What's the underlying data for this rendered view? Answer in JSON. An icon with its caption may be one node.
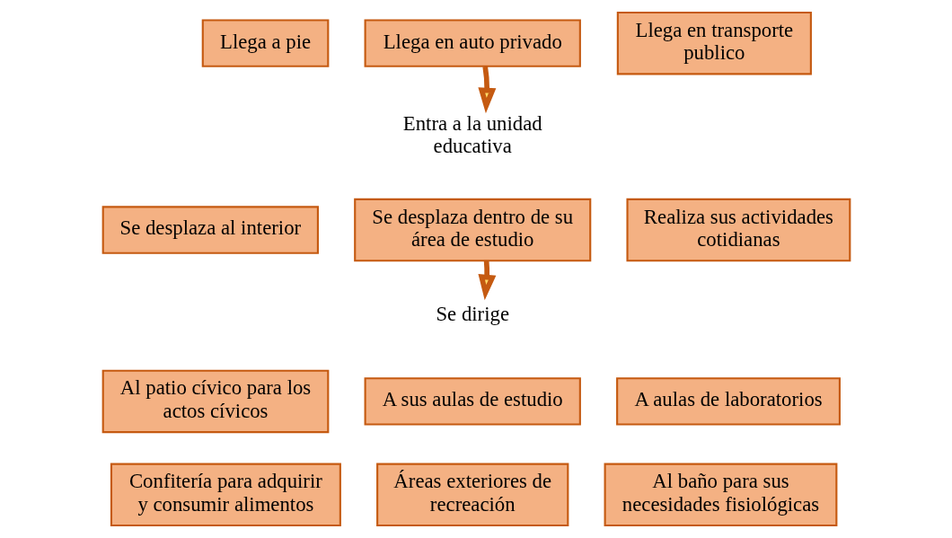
{
  "diagram": {
    "nodes": [
      {
        "text": [
          "Llega a pie"
        ]
      },
      {
        "text": [
          "Llega en auto privado"
        ]
      },
      {
        "text": [
          "Llega en transporte publico"
        ]
      },
      {
        "text": [
          "Entra a la unidad educativa"
        ]
      },
      {
        "text": [
          "Se desplaza al interior"
        ]
      },
      {
        "text": [
          "Se desplaza dentro de su área de estudio"
        ]
      },
      {
        "text": [
          "Realiza sus actividades cotidianas"
        ]
      },
      {
        "text": [
          "Se dirige"
        ]
      },
      {
        "text": [
          "Al patio cívico para los actos cívicos"
        ]
      },
      {
        "text": [
          "A sus aulas de estudio"
        ]
      },
      {
        "text": [
          "A aulas de laboratorios"
        ]
      },
      {
        "text": [
          "Confitería para adquirir y consumir alimentos"
        ]
      },
      {
        "text": [
          "Áreas exteriores de recreación"
        ]
      },
      {
        "text": [
          "Al baño para sus necesidades fisiológicas"
        ]
      }
    ],
    "edges": [
      {
        "from": 1,
        "to": 3,
        "arrow": "to"
      },
      {
        "from": 5,
        "to": 7,
        "arrow": "to"
      }
    ]
  }
}
